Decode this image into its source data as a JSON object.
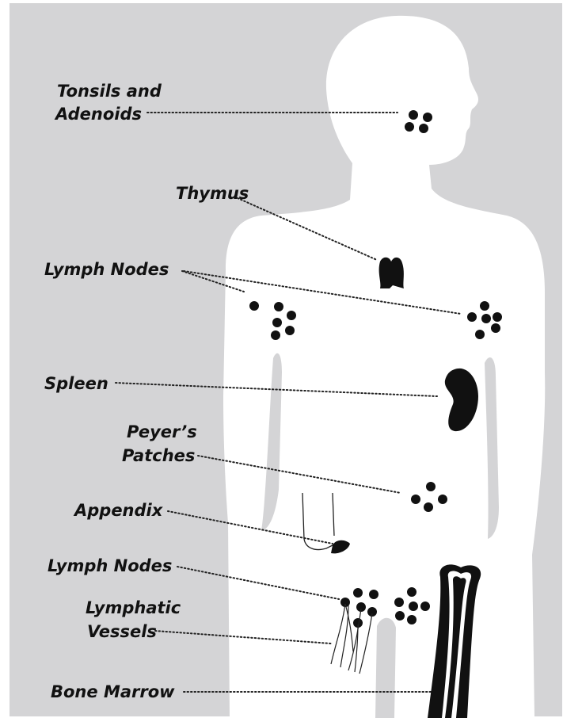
{
  "colors": {
    "background": "#d4d4d6",
    "body": "#ffffff",
    "organ": "#111111",
    "label": "#111111"
  },
  "labels": {
    "tonsils_line1": "Tonsils and",
    "tonsils_line2": "Adenoids",
    "thymus": "Thymus",
    "lymph_nodes_upper": "Lymph Nodes",
    "spleen": "Spleen",
    "peyers_line1": "Peyer’s",
    "peyers_line2": "Patches",
    "appendix": "Appendix",
    "lymph_nodes_lower": "Lymph Nodes",
    "lymphatic_line1": "Lymphatic",
    "lymphatic_line2": "Vessels",
    "bone_marrow": "Bone Marrow"
  }
}
